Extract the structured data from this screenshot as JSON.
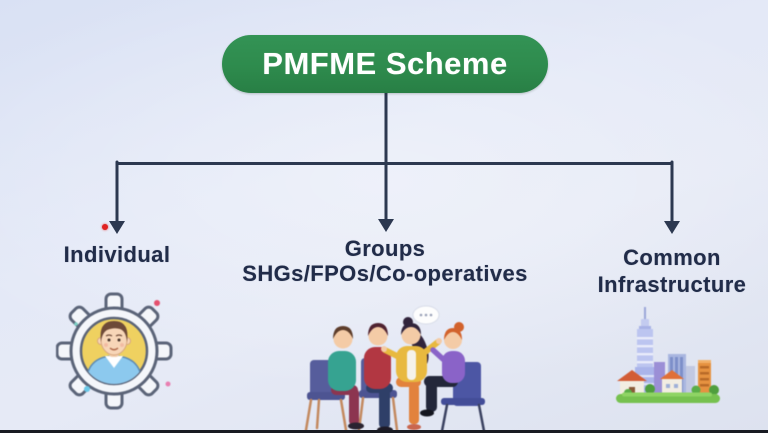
{
  "header": {
    "title": "PMFME Scheme"
  },
  "branches": [
    {
      "name": "individual",
      "label_lines": [
        "Individual"
      ],
      "icon": "gear-person-icon"
    },
    {
      "name": "groups",
      "label_lines": [
        "Groups",
        "SHGs/FPOs/Co-operatives"
      ],
      "icon": "group-discussion-icon"
    },
    {
      "name": "common-infrastructure",
      "label_lines": [
        "Common",
        "Infrastructure"
      ],
      "icon": "city-buildings-icon"
    }
  ],
  "colors": {
    "background": "#e2e8f6",
    "root_pill_fill": "#2e8b4d",
    "root_pill_text": "#ffffff",
    "connector_line": "#2c3850",
    "branch_label_text": "#212c49",
    "pointer_dot": "#e02121",
    "gear_inner_circle": "#efd160",
    "grass": "#76c14f"
  }
}
